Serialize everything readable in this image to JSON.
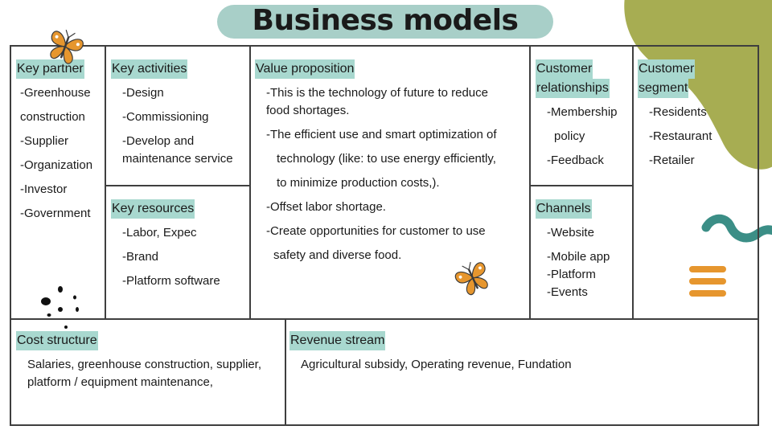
{
  "slide": {
    "title": "Business models",
    "colors": {
      "teal_highlight": "#a8d8cf",
      "title_pill": "#a8cfc8",
      "olive_blob": "#a7ad52",
      "teal_wave": "#3b8e86",
      "orange": "#e6962e",
      "border": "#3f3f3f"
    },
    "decorations": [
      "butterfly-icon",
      "butterfly-icon",
      "olive-blob",
      "teal-wave",
      "orange-lines",
      "black-dots"
    ]
  },
  "canvas": {
    "key_partner": {
      "title": "Key partner",
      "items": [
        "-Greenhouse",
        "construction",
        "-Supplier",
        "-Organization",
        "-Investor",
        "-Government"
      ]
    },
    "key_activities": {
      "title": "Key activities",
      "items": [
        "-Design",
        "-Commissioning",
        "-Develop and",
        "maintenance service"
      ]
    },
    "key_resources": {
      "title": "Key resources",
      "items": [
        "-Labor, Expec",
        "-Brand",
        "-Platform software"
      ]
    },
    "value_proposition": {
      "title": "Value proposition",
      "items": [
        "-This is the technology of future to reduce",
        "food shortages.",
        "-The efficient use and smart optimization of",
        "technology (like: to use energy efficiently,",
        "to minimize production costs,).",
        "-Offset labor shortage.",
        "-Create opportunities for customer to use",
        "safety and diverse food."
      ]
    },
    "customer_relationships": {
      "title_line1": "Customer",
      "title_line2": "relationships",
      "items": [
        "-Membership",
        "policy",
        "-Feedback"
      ]
    },
    "channels": {
      "title": "Channels",
      "items": [
        "-Website",
        "-Mobile app",
        "-Platform",
        "-Events"
      ]
    },
    "customer_segment": {
      "title_line1": "Customer",
      "title_line2": "segment",
      "items": [
        "-Residents",
        "-Restaurant",
        "-Retailer"
      ]
    },
    "cost_structure": {
      "title": "Cost structure",
      "items": [
        "Salaries, greenhouse construction, supplier,",
        "platform / equipment maintenance,"
      ]
    },
    "revenue_stream": {
      "title": "Revenue stream",
      "items": [
        "Agricultural subsidy, Operating revenue, Fundation"
      ]
    }
  }
}
